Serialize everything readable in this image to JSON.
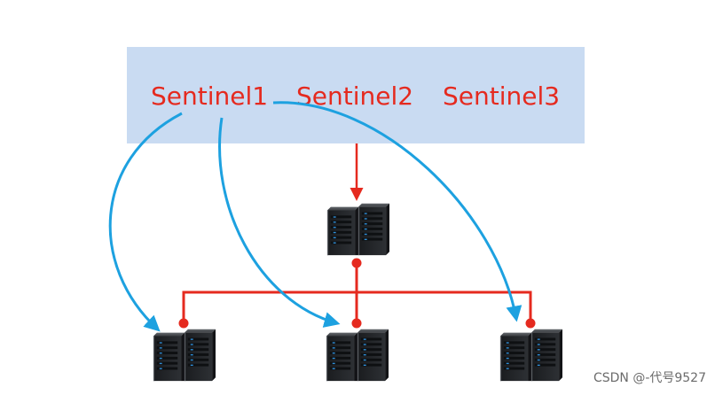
{
  "sentinels": {
    "labels": [
      "Sentinel1",
      "Sentinel2",
      "Sentinel3"
    ],
    "box_color": "#c9dbf2",
    "label_color": "#e52a1f"
  },
  "connections": {
    "monitor_arrow_color": "#1da1e0",
    "topology_color": "#e52a1f"
  },
  "servers": {
    "icon": "server-rack-icon",
    "master": "server-rack-icon",
    "replicas": [
      "server-rack-icon",
      "server-rack-icon",
      "server-rack-icon"
    ]
  },
  "watermark": "CSDN @-代号9527"
}
